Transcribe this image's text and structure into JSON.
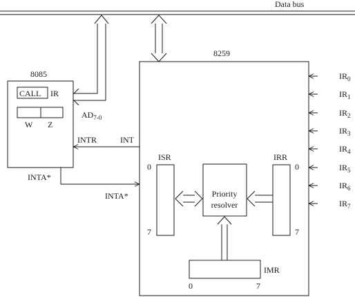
{
  "data_bus": {
    "label": "Data bus"
  },
  "cpu": {
    "title": "8085",
    "call_label": "CALL",
    "ir_label": "IR",
    "w_label": "W",
    "z_label": "Z",
    "ad_label": "AD",
    "ad_sub": "7-0",
    "intr_label": "INTR",
    "inta_label": "INTA*"
  },
  "pic": {
    "title": "8259",
    "int_label": "INT",
    "inta_label": "INTA*",
    "isr": {
      "label": "ISR",
      "top": "0",
      "bottom": "7"
    },
    "irr": {
      "label": "IRR",
      "top": "0",
      "bottom": "7"
    },
    "priority": {
      "line1": "Priority",
      "line2": "resolver"
    },
    "imr": {
      "label": "IMR",
      "left": "0",
      "right": "7"
    }
  },
  "inputs": [
    {
      "name": "IR",
      "sub": "0"
    },
    {
      "name": "IR",
      "sub": "1"
    },
    {
      "name": "IR",
      "sub": "2"
    },
    {
      "name": "IR",
      "sub": "3"
    },
    {
      "name": "IR",
      "sub": "4"
    },
    {
      "name": "IR",
      "sub": "5"
    },
    {
      "name": "IR",
      "sub": "6"
    },
    {
      "name": "IR",
      "sub": "7"
    }
  ]
}
